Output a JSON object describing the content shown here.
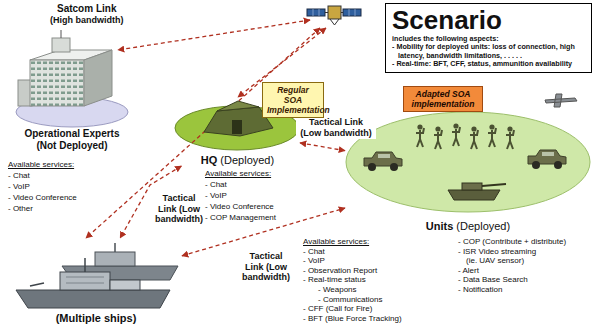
{
  "diagram": {
    "nodes": [
      {
        "text": [
          "Scenario",
          "includes the following aspects:",
          "- Mobility for deployed units: loss of connection, high latency, bandwidth limitations, . . . . .",
          "- Real-time: BFT, CFF, status, ammunition availability"
        ]
      },
      {
        "text": [
          "Operational Experts",
          "(Not Deployed)"
        ]
      },
      {
        "text": [
          "Regular SOA Implementation"
        ]
      },
      {
        "text": [
          "HQ",
          "(Deployed)"
        ]
      },
      {
        "text": [
          "Adapted SOA implementation"
        ]
      },
      {
        "text": [
          "Units",
          "(Deployed)"
        ]
      },
      {
        "text": [
          "(Multiple ships)"
        ]
      }
    ],
    "edges": [
      {
        "from": 3,
        "to": 5,
        "label": "Tactical Link (Low bandwidth)",
        "arrow": "both"
      },
      {
        "from": 3,
        "to": 6,
        "label": "Tactical Link (Low bandwidth)",
        "arrow": "both"
      },
      {
        "from": 6,
        "to": 5,
        "label": "Tactical Link (Low bandwidth)",
        "arrow": "both"
      }
    ],
    "labels": [
      "Satcom Link",
      "(High bandwidth)",
      "Available services:",
      "- Chat",
      "- VoIP",
      "- Video Conference",
      "- Other",
      "Available services:",
      "- Chat",
      "- VoIP",
      "- Video Conference",
      "- COP Management",
      "Available services:",
      "- Chat",
      "- VoIP",
      "- Observation Report",
      "- Real-time status",
      "- Weapons",
      "- Communications",
      "- CFF (Call for Fire)",
      "- BFT (Blue Force Tracking)",
      "- COP (Contribute + distribute)",
      "- ISR Video streaming",
      "(ie. UAV sensor)",
      "- Alert",
      "- Data Base Search",
      "- Notification"
    ]
  }
}
